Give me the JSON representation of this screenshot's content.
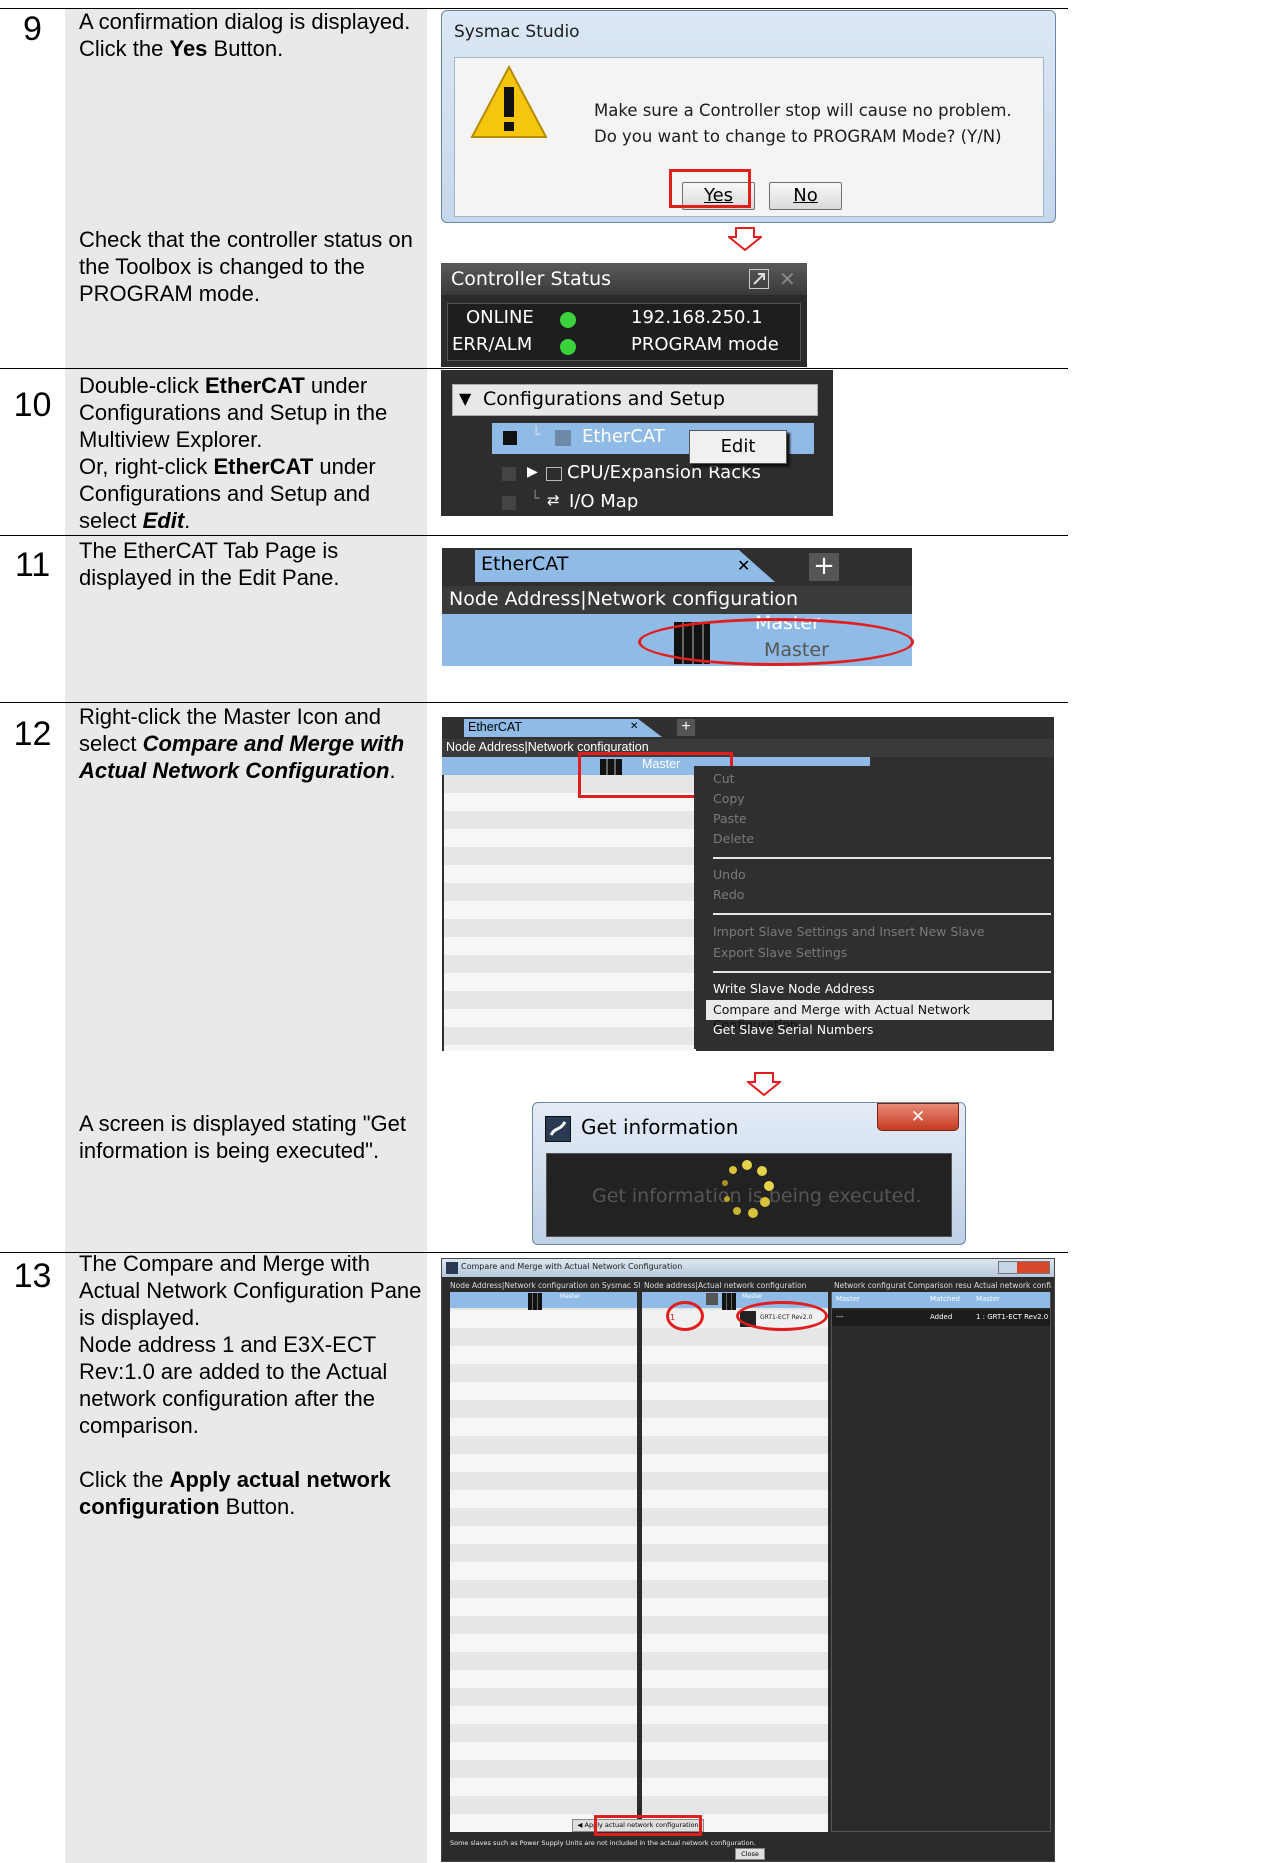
{
  "steps": {
    "s9": {
      "num": "9",
      "t1_pre": "A confirmation dialog is displayed. Click the ",
      "t1_bold": "Yes",
      "t1_post": " Button.",
      "t2": "Check that the controller status on the Toolbox is changed to the PROGRAM mode."
    },
    "s10": {
      "num": "10",
      "a_pre": "Double-click ",
      "a_bold": "EtherCAT",
      "a_post": " under Configurations and Setup in the Multiview Explorer.",
      "b_pre": "Or, right-click ",
      "b_bold": "EtherCAT",
      "b_mid": " under Configurations and Setup and select ",
      "b_bi": "Edit",
      "b_post": "."
    },
    "s11": {
      "num": "11",
      "text": "The EtherCAT Tab Page is displayed in the Edit Pane."
    },
    "s12": {
      "num": "12",
      "t1_pre": "Right-click the Master Icon and select ",
      "t1_bi": "Compare and Merge with Actual Network Configuration",
      "t1_post": ".",
      "t2": "A screen is displayed stating \"Get information is being executed\"."
    },
    "s13": {
      "num": "13",
      "t1": "The Compare and Merge with Actual Network Configuration Pane is displayed.",
      "t2": "Node address 1 and E3X-ECT Rev:1.0 are added to the Actual network configuration after the comparison.",
      "t3_pre": "Click the ",
      "t3_bold": "Apply actual network configuration",
      "t3_post": " Button."
    }
  },
  "dialog": {
    "title": "Sysmac Studio",
    "line1": "Make sure a Controller stop will cause no problem.",
    "line2": "Do you want to change to PROGRAM Mode? (Y/N)",
    "yes": "Yes",
    "no": "No"
  },
  "controller": {
    "title": "Controller Status",
    "row1_label": "ONLINE",
    "row1_value": "192.168.250.1",
    "row2_label": "ERR/ALM",
    "row2_value": "PROGRAM mode"
  },
  "tree": {
    "header": "Configurations and Setup",
    "item1": "EtherCAT",
    "item2": "CPU/Expansion Racks",
    "item3": "I/O Map",
    "edit": "Edit"
  },
  "ecat": {
    "tab": "EtherCAT",
    "header": "Node Address|Network configuration",
    "master1": "Master",
    "master2": "Master"
  },
  "ctxmenu": {
    "items": [
      "Cut",
      "Copy",
      "Paste",
      "Delete",
      "Undo",
      "Redo",
      "Import Slave Settings and Insert New Slave",
      "Export Slave Settings",
      "Write Slave Node Address",
      "Compare and Merge with Actual Network Configuration",
      "Get Slave Serial Numbers"
    ]
  },
  "getinfo": {
    "title": "Get information",
    "message": "Get information is being executed."
  },
  "compare": {
    "title": "Compare and Merge with Actual Network Configuration",
    "col1": "Node Address|Network configuration on Sysmac Studio",
    "col2": "Node address|Actual network configuration",
    "col3a": "Network configurati...",
    "col3b": "Comparison result",
    "col3c": "Actual network confi...",
    "master": "Master",
    "matched": "Matched",
    "added": "Added",
    "dash": "---",
    "node1": "1",
    "slave": "GRT1-ECT Rev2.0",
    "slave_full": "1 : GRT1-ECT Rev2.0",
    "apply_btn": "Apply actual network configuration",
    "note": "Some slaves such as Power Supply Units are not included in the actual network configuration.",
    "close": "Close"
  },
  "colors": {
    "accent_red": "#e21d1d",
    "selection_blue": "#8fbbe6"
  }
}
